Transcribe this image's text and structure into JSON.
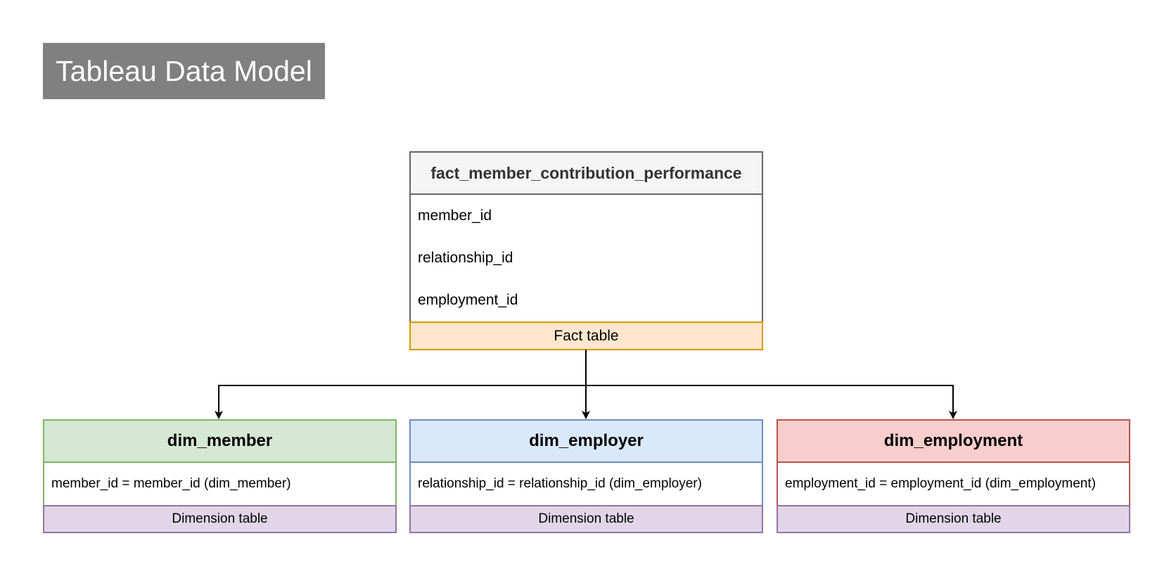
{
  "title": "Tableau Data Model",
  "fact_table": {
    "name": "fact_member_contribution_performance",
    "fields": [
      "member_id",
      "relationship_id",
      "employment_id"
    ],
    "footer": "Fact table"
  },
  "dim_tables": [
    {
      "name": "dim_member",
      "join": "member_id = member_id (dim_member)",
      "footer": "Dimension table",
      "color": "#d5e8d4",
      "border": "#82b366"
    },
    {
      "name": "dim_employer",
      "join": "relationship_id = relationship_id (dim_employer)",
      "footer": "Dimension table",
      "color": "#dae8fc",
      "border": "#6c8ebf"
    },
    {
      "name": "dim_employment",
      "join": "employment_id = employment_id (dim_employment)",
      "footer": "Dimension table",
      "color": "#f8cecc",
      "border": "#b85450"
    }
  ],
  "colors": {
    "title_bg": "#808080",
    "fact_footer": "#ffe6cc",
    "dim_footer": "#e1d5e7"
  }
}
